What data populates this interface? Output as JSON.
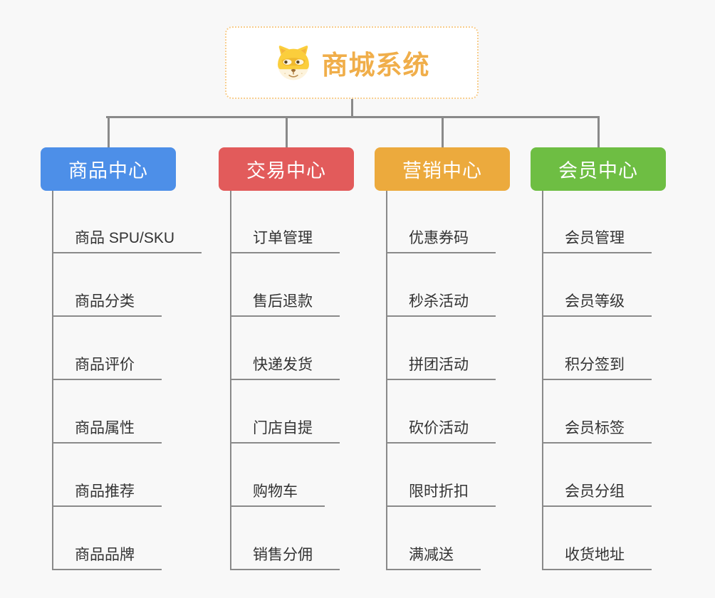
{
  "root": {
    "title": "商城系统",
    "icon": "dog-face-icon"
  },
  "branches": [
    {
      "label": "商品中心",
      "color": "#4d8fe8",
      "children": [
        "商品 SPU/SKU",
        "商品分类",
        "商品评价",
        "商品属性",
        "商品推荐",
        "商品品牌"
      ]
    },
    {
      "label": "交易中心",
      "color": "#e25b5b",
      "children": [
        "订单管理",
        "售后退款",
        "快递发货",
        "门店自提",
        "购物车",
        "销售分佣"
      ]
    },
    {
      "label": "营销中心",
      "color": "#ecaa3d",
      "children": [
        "优惠券码",
        "秒杀活动",
        "拼团活动",
        "砍价活动",
        "限时折扣",
        "满减送"
      ]
    },
    {
      "label": "会员中心",
      "color": "#6ebe43",
      "children": [
        "会员管理",
        "会员等级",
        "积分签到",
        "会员标签",
        "会员分组",
        "收货地址"
      ]
    }
  ],
  "colors": {
    "background": "#f8f8f8",
    "connector": "#8a8a8a",
    "root_border": "#f7cd8d",
    "root_text": "#f0ae4a",
    "leaf_text": "#333333"
  }
}
